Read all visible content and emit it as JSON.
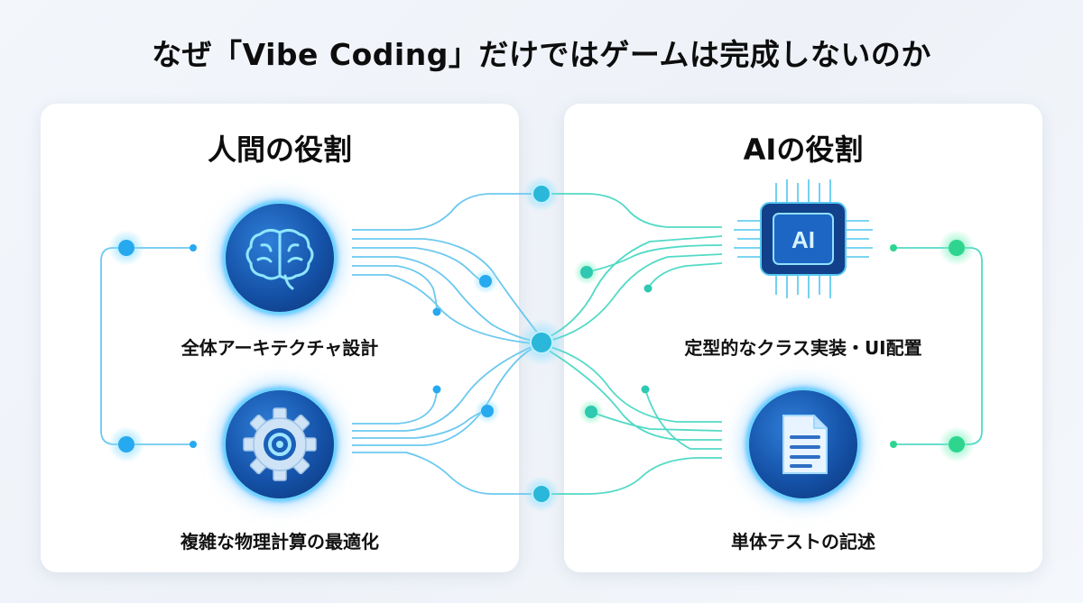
{
  "title": "なぜ「Vibe Coding」だけではゲームは完成しないのか",
  "human": {
    "heading": "人間の役割",
    "items": [
      {
        "label": "全体アーキテクチャ設計",
        "icon": "brain-icon"
      },
      {
        "label": "複雑な物理計算の最適化",
        "icon": "gear-icon"
      }
    ]
  },
  "ai": {
    "heading": "AIの役割",
    "items": [
      {
        "label": "定型的なクラス実装・UI配置",
        "icon": "ai-chip-icon",
        "chip_text": "AI"
      },
      {
        "label": "単体テストの記述",
        "icon": "document-icon"
      }
    ]
  },
  "colors": {
    "wire_blue": "#5cc3ee",
    "wire_teal": "#3fd6c0",
    "node_blue": "#27a9ef",
    "node_green": "#2fd58f",
    "icon_dark": "#1552a8"
  }
}
